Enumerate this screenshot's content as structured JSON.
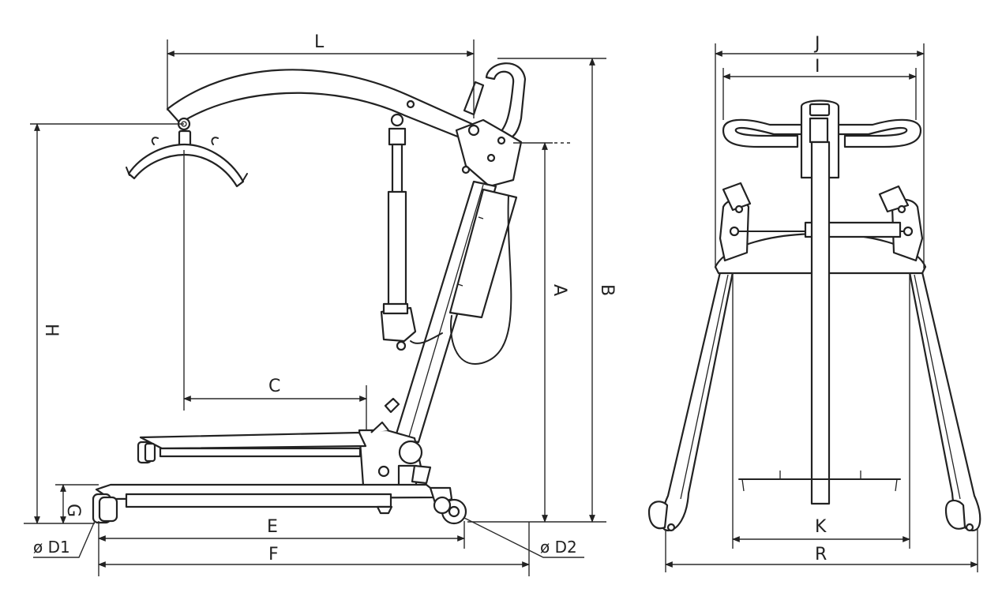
{
  "labels": {
    "L": "L",
    "H": "H",
    "C": "C",
    "A": "A",
    "B": "B",
    "G": "G",
    "E": "E",
    "F": "F",
    "D1": "ø D1",
    "D2": "ø D2",
    "J": "J",
    "I": "I",
    "K": "K",
    "R": "R"
  }
}
